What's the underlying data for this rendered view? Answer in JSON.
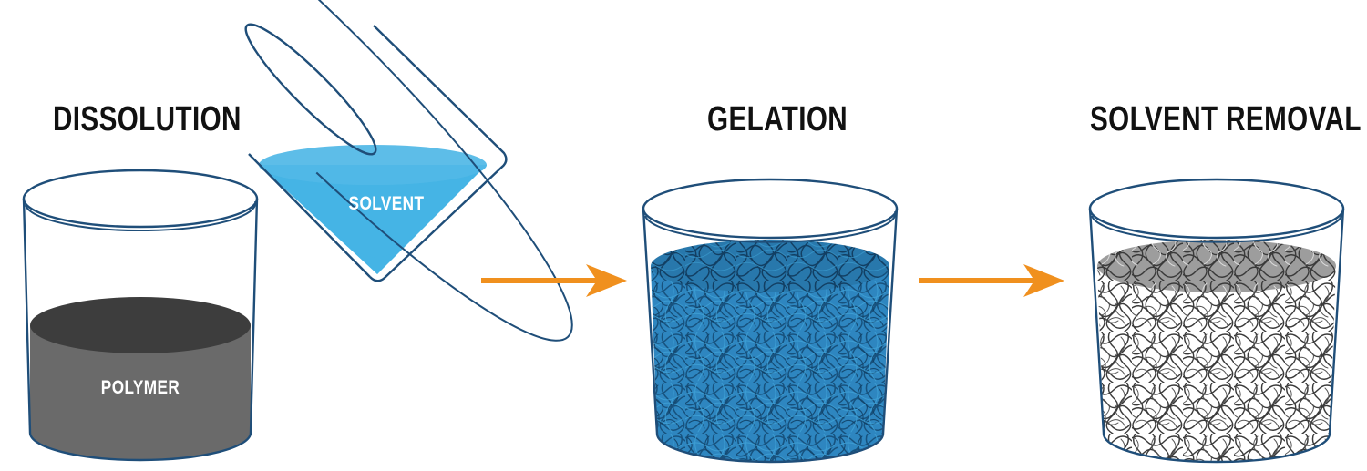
{
  "diagram": {
    "title_dissolution": "DISSOLUTION",
    "title_gelation": "GELATION",
    "title_solvent_removal": "SOLVENT REMOVAL",
    "label_polymer": "POLYMER",
    "label_solvent": "SOLVENT",
    "colors": {
      "glass_outline": "#1F4E79",
      "polymer_top": "#3d3d3d",
      "polymer_body": "#6a6a6a",
      "solvent_liquid": "#45B4E5",
      "solvent_surface": "#5DBDE8",
      "gel_base": "#2E86C0",
      "gel_fiber": "#154B73",
      "gel_top": "#2A79AE",
      "aerogel_body": "#ffffff",
      "aerogel_fiber": "#3a3a3a",
      "aerogel_top": "#9a9a9a",
      "arrow": "#F0901E",
      "background": "#ffffff",
      "title_text": "#111111",
      "inner_label_text": "#ffffff"
    },
    "icons": {
      "arrow_1": "arrow-right-icon",
      "arrow_2": "arrow-right-icon",
      "beaker_1": "beaker-icon",
      "beaker_2": "beaker-tilted-pouring-icon",
      "beaker_3": "beaker-icon",
      "beaker_4": "beaker-icon"
    }
  }
}
